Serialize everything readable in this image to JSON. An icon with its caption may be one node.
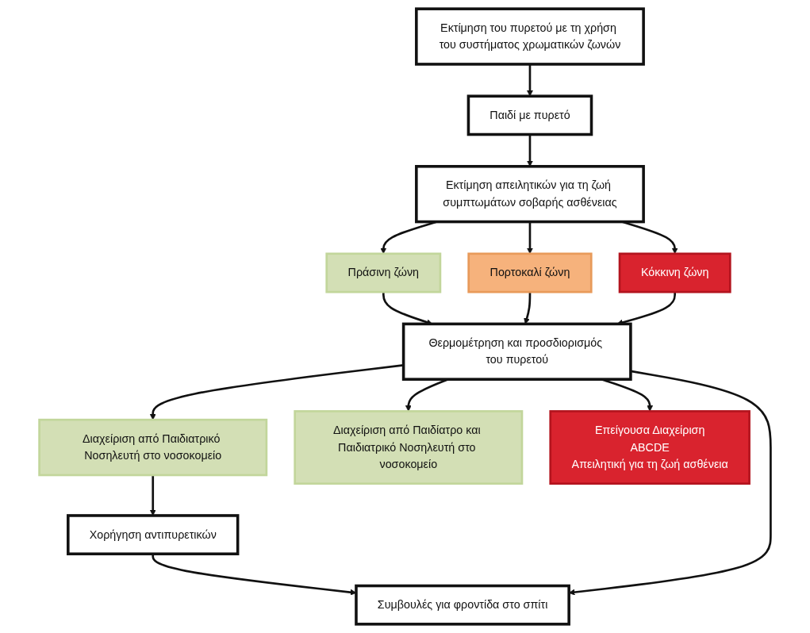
{
  "diagram": {
    "nodes": [
      {
        "text": [
          "Εκτίμηση του πυρετού με τη χρήση του συστήματος χρωματικών ζωνών"
        ]
      },
      {
        "text": [
          "Παιδί με πυρετό"
        ]
      },
      {
        "text": [
          "Εκτίμηση απειλητικών για τη ζωή συμπτωμάτων σοβαρής ασθένειας"
        ]
      },
      {
        "text": [
          "Πράσινη ζώνη"
        ]
      },
      {
        "text": [
          "Πορτοκαλί ζώνη"
        ]
      },
      {
        "text": [
          "Κόκκινη ζώνη"
        ]
      },
      {
        "text": [
          "Θερμομέτρηση και προσδιορισμός του πυρετού"
        ]
      },
      {
        "text": [
          "Διαχείριση από Παιδιατρικό Νοσηλευτή στο νοσοκομείο"
        ]
      },
      {
        "text": [
          "Διαχείριση από Παιδίατρο και Παιδιατρικό Νοσηλευτή στο νοσοκομείο"
        ]
      },
      {
        "text": [
          "Επείγουσα Διαχείριση",
          "ABCDE",
          "Απειλητική για τη ζωή ασθένεια"
        ]
      },
      {
        "text": [
          "Χορήγηση αντιπυρετικών"
        ]
      },
      {
        "text": [
          "Συμβουλές για φροντίδα στο σπίτι"
        ]
      }
    ],
    "edges": [
      {
        "from": 0,
        "to": 1,
        "arrow": "to"
      },
      {
        "from": 1,
        "to": 2,
        "arrow": "to"
      },
      {
        "from": 2,
        "to": 3,
        "arrow": "to"
      },
      {
        "from": 2,
        "to": 4,
        "arrow": "to"
      },
      {
        "from": 2,
        "to": 5,
        "arrow": "to"
      },
      {
        "from": 3,
        "to": 6,
        "arrow": "to"
      },
      {
        "from": 4,
        "to": 6,
        "arrow": "to"
      },
      {
        "from": 5,
        "to": 6,
        "arrow": "to"
      },
      {
        "from": 6,
        "to": 7,
        "arrow": "to"
      },
      {
        "from": 6,
        "to": 8,
        "arrow": "to"
      },
      {
        "from": 6,
        "to": 9,
        "arrow": "to"
      },
      {
        "from": 7,
        "to": 10,
        "arrow": "to"
      },
      {
        "from": 10,
        "to": 11,
        "arrow": "to"
      },
      {
        "from": 6,
        "to": 11,
        "arrow": "to"
      }
    ]
  }
}
